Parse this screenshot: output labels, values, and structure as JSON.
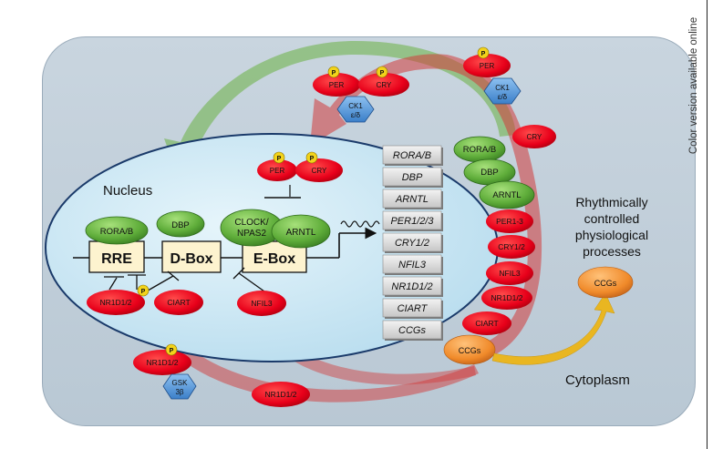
{
  "side_note": "Color version available online",
  "labels": {
    "nucleus": "Nucleus",
    "cytoplasm": "Cytoplasm",
    "rhythm_1": "Rhythmically",
    "rhythm_2": "controlled",
    "rhythm_3": "physiological",
    "rhythm_4": "processes"
  },
  "promoters": {
    "rre": "RRE",
    "dbox": "D-Box",
    "ebox": "E-Box"
  },
  "phospho": "P",
  "nuclear_complexes": {
    "rora": "RORA/B",
    "dbp": "DBP",
    "clock_1": "CLOCK/",
    "clock_2": "NPAS2",
    "arntl": "ARNTL",
    "per": "PER",
    "cry": "CRY",
    "nr1d1": "NR1D1/2",
    "ciart": "CIART",
    "nfil3": "NFIL3"
  },
  "genes": [
    "RORA/B",
    "DBP",
    "ARNTL",
    "PER1/2/3",
    "CRY1/2",
    "NFIL3",
    "NR1D1/2",
    "CIART",
    "CCGs"
  ],
  "top_complex": {
    "per": "PER",
    "cry": "CRY",
    "ck1_1": "CK1",
    "ck1_2": "ε/δ"
  },
  "top_right": {
    "per": "PER",
    "ck1_1": "CK1",
    "ck1_2": "ε/δ",
    "cry": "CRY"
  },
  "cytoplasm_green": [
    "RORA/B",
    "DBP",
    "ARNTL"
  ],
  "cytoplasm_red": [
    "PER1-3",
    "CRY1/2",
    "NFIL3",
    "NR1D1/2",
    "CIART"
  ],
  "ccgs_cyto": "CCGs",
  "ccgs_out": "CCGs",
  "bottom_left": {
    "nr1d1": "NR1D1/2",
    "gsk_1": "GSK",
    "gsk_2": "3β"
  },
  "bottom_mid": "NR1D1/2",
  "colors": {
    "red": "#e8001a",
    "green": "#5fad3a",
    "orange": "#f08a2a",
    "blue": "#4a90d9",
    "yellow": "#f2d31b"
  }
}
